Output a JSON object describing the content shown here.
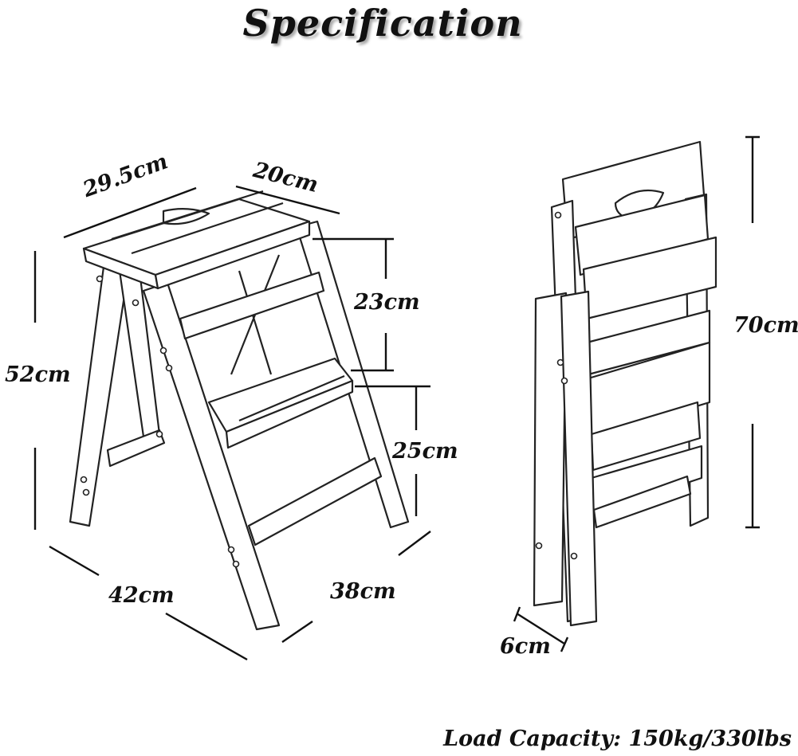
{
  "title": "Specification",
  "dimensions": {
    "top_width": "29.5cm",
    "top_depth": "20cm",
    "total_height": "52cm",
    "step_gap_upper": "23cm",
    "step_gap_lower": "25cm",
    "base_depth": "42cm",
    "base_width": "38cm",
    "folded_height": "70cm",
    "folded_thickness": "6cm"
  },
  "load_capacity": "Load Capacity: 150kg/330lbs"
}
